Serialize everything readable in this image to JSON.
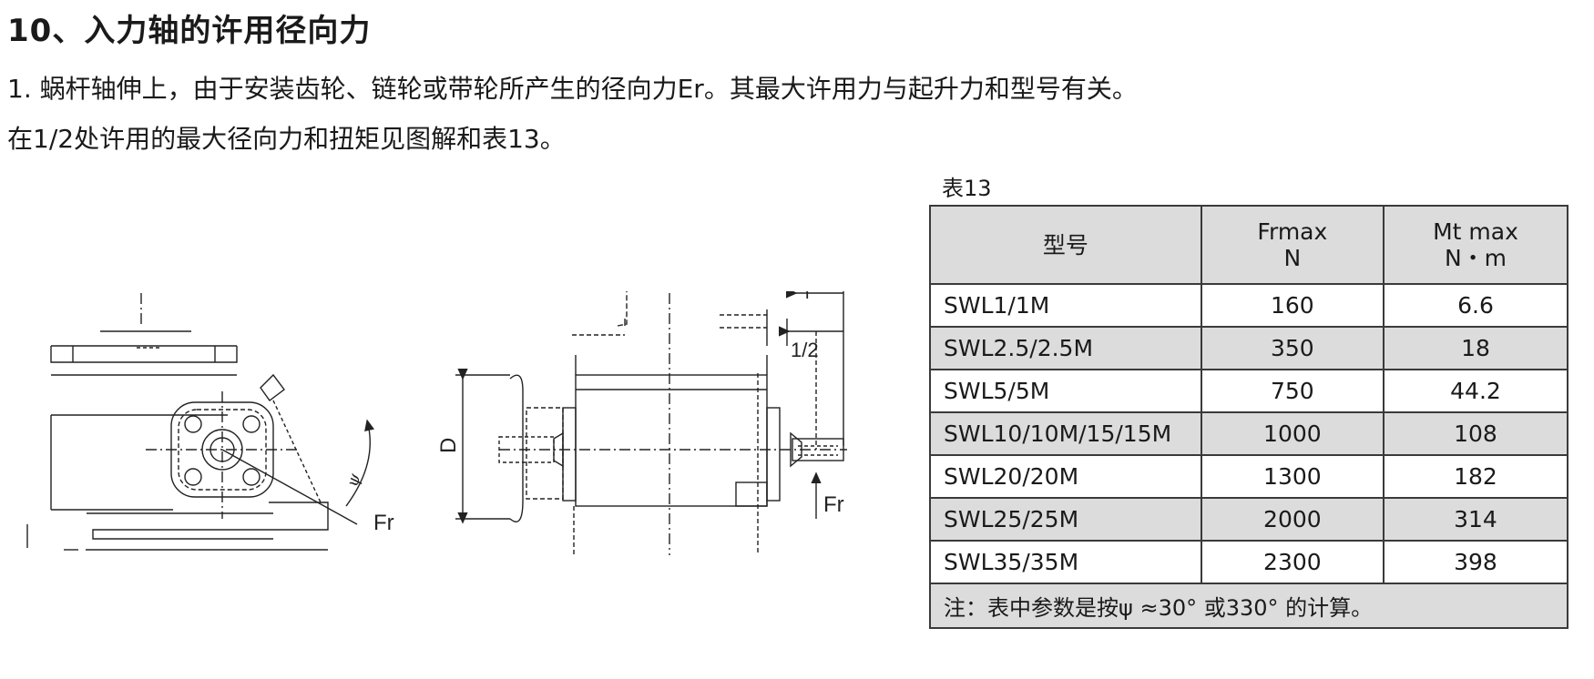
{
  "section_title": "10、入力轴的许用径向力",
  "paragraph_1": "1. 蜗杆轴伸上，由于安装齿轮、链轮或带轮所产生的径向力Er。其最大许用力与起升力和型号有关。",
  "paragraph_2": "在1/2处许用的最大径向力和扭矩见图解和表13。",
  "table": {
    "caption": "表13",
    "headers": {
      "model": "型号",
      "frmax_line1": "Frmax",
      "frmax_line2": "N",
      "mtmax_line1": "Mt max",
      "mtmax_line2": "N・m"
    },
    "rows": [
      {
        "model": "SWL1/1M",
        "frmax": "160",
        "mtmax": "6.6"
      },
      {
        "model": "SWL2.5/2.5M",
        "frmax": "350",
        "mtmax": "18"
      },
      {
        "model": "SWL5/5M",
        "frmax": "750",
        "mtmax": "44.2"
      },
      {
        "model": "SWL10/10M/15/15M",
        "frmax": "1000",
        "mtmax": "108"
      },
      {
        "model": "SWL20/20M",
        "frmax": "1300",
        "mtmax": "182"
      },
      {
        "model": "SWL25/25M",
        "frmax": "2000",
        "mtmax": "314"
      },
      {
        "model": "SWL35/35M",
        "frmax": "2300",
        "mtmax": "398"
      }
    ],
    "note": "注：表中参数是按ψ ≈30°  或330°  的计算。"
  },
  "diagram": {
    "label_fr_left": "Fr",
    "label_psi": "ψ",
    "label_d": "D",
    "label_half": "1/2",
    "label_l": "l",
    "label_fr_right": "Fr"
  }
}
